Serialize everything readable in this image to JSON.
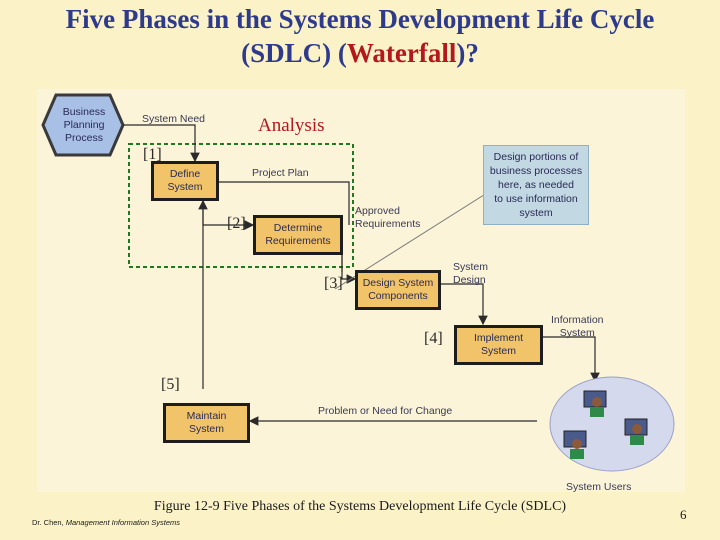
{
  "slide": {
    "title_line1": "Five Phases in the Systems Development Life Cycle",
    "title_line2_prefix": "(SDLC) (",
    "title_line2_red": "Waterfall",
    "title_line2_suffix": ")?",
    "caption": "Figure 12-9 Five Phases of the Systems Development Life Cycle (SDLC)",
    "footer_prefix": "Dr. Chen, ",
    "footer_italic": "Management Information Systems",
    "page_number": "6"
  },
  "diagram": {
    "hexagon_label": "Business\nPlanning\nProcess",
    "analysis_label": "Analysis",
    "boxes": {
      "define": "Define\nSystem",
      "determine": "Determine\nRequirements",
      "design": "Design System\nComponents",
      "implement": "Implement\nSystem",
      "maintain": "Maintain\nSystem"
    },
    "numbers": {
      "n1": "[1]",
      "n2": "[2]",
      "n3": "[3]",
      "n4": "[4]",
      "n5": "[5]"
    },
    "flow_labels": {
      "system_need": "System Need",
      "project_plan": "Project Plan",
      "approved_requirements": "Approved\nRequirements",
      "system_design": "System\nDesign",
      "information_system": "Information\nSystem",
      "problem_or_need": "Problem or Need for Change",
      "system_users": "System Users"
    },
    "note": "Design portions of\nbusiness processes\nhere, as needed\nto use information\nsystem",
    "colors": {
      "box_fill": "#f1c46a",
      "hexagon_fill": "#a9c0e6",
      "analysis_border": "#1f7a1f",
      "note_fill": "#c2d8e3",
      "title_blue": "#2e3a8c",
      "title_red": "#b3181c"
    }
  }
}
